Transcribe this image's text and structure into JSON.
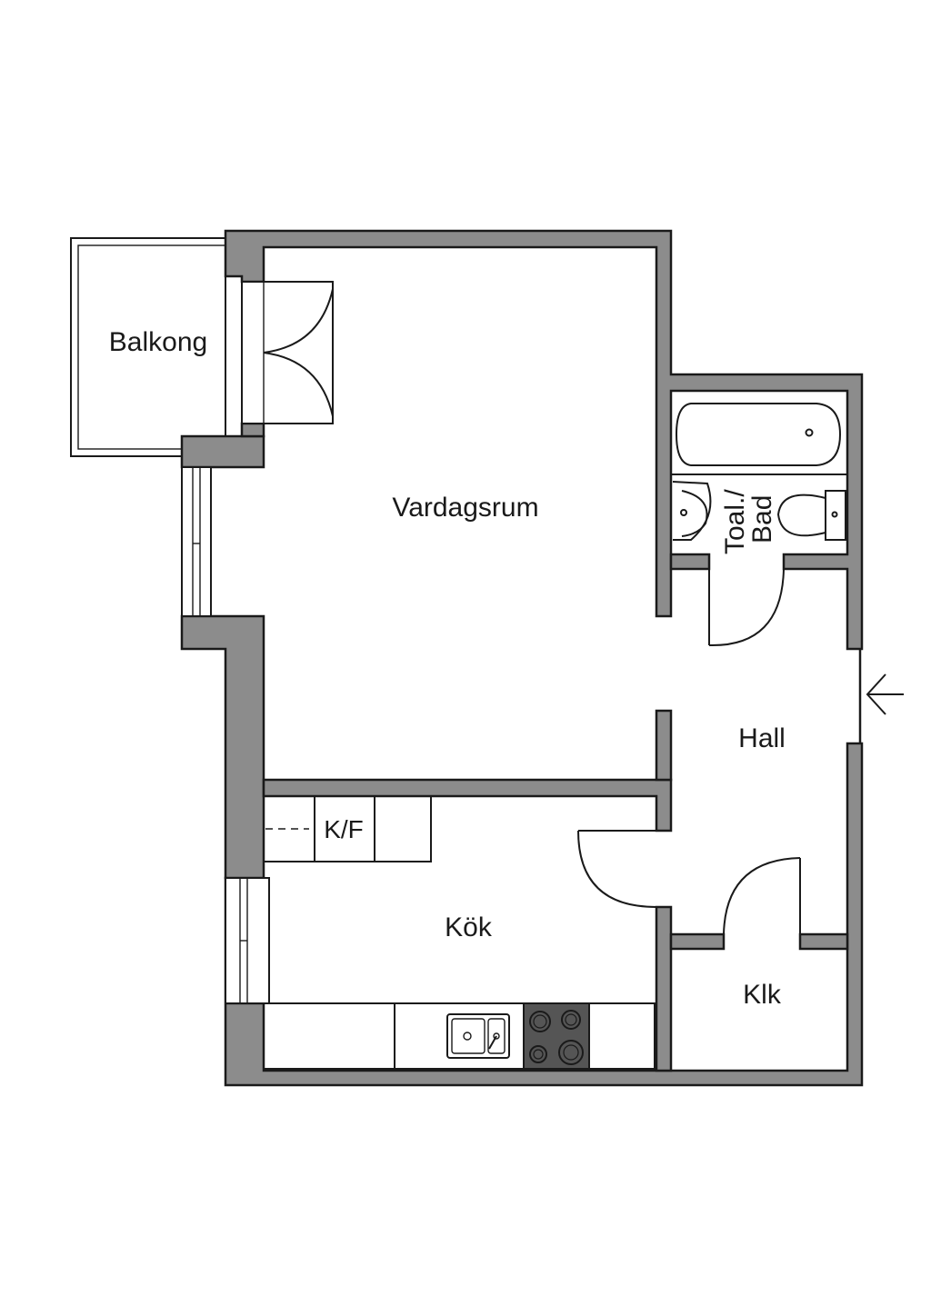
{
  "rooms": {
    "balcony": "Balkong",
    "living_room": "Vardagsrum",
    "bathroom_line1": "Toal./",
    "bathroom_line2": "Bad",
    "hall": "Hall",
    "kitchen": "Kök",
    "closet": "Klk"
  },
  "fixtures": {
    "fridge_freezer": "K/F"
  },
  "colors": {
    "wall_fill": "#8c8c8c",
    "line": "#1a1a1a",
    "background": "#ffffff"
  },
  "icons": {
    "entrance": "entrance-arrow-icon"
  }
}
